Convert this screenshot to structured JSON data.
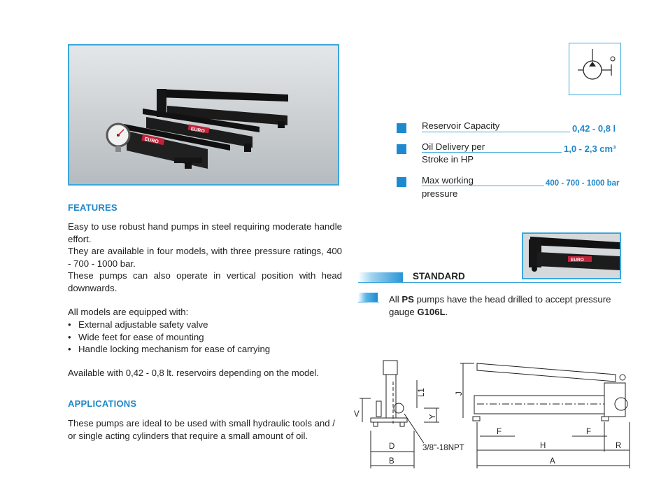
{
  "specs": [
    {
      "label": "Reservoir Capacity",
      "label2": "",
      "value": "0,42 - 0,8 l"
    },
    {
      "label": "Oil Delivery per",
      "label2": "Stroke in HP",
      "value": "1,0 - 2,3 cm³"
    },
    {
      "label": "Max working",
      "label2": "pressure",
      "value": "400 - 700 - 1000 bar"
    }
  ],
  "features": {
    "heading": "FEATURES",
    "para1": "Easy to use robust hand pumps in steel requiring moderate handle effort.",
    "para2": "They are available in four models, with three pressure ratings, 400 - 700 - 1000 bar.",
    "para3": "These pumps can also operate in vertical position with head downwards.",
    "equipped_intro": "All models are equipped with:",
    "bullets": [
      "External adjustable safety valve",
      "Wide feet for ease of mounting",
      "Handle locking mechanism for ease of carrying"
    ],
    "available": "Available with 0,42 - 0,8 lt. reservoirs depending on the model."
  },
  "applications": {
    "heading": "APPLICATIONS",
    "text": "These pumps are ideal to be used with small hydraulic tools and / or single acting cylinders that require a small amount of oil."
  },
  "standard": {
    "label": "STANDARD",
    "note_prefix": "All ",
    "note_bold1": "PS",
    "note_mid": " pumps have the  head drilled to accept pressure gauge ",
    "note_bold2": "G106L",
    "note_suffix": "."
  },
  "drawing": {
    "labels": {
      "V": "V",
      "L1": "L1",
      "Y": "Y",
      "J": "J",
      "D": "D",
      "B": "B",
      "F1": "F",
      "F2": "F",
      "H": "H",
      "R": "R",
      "A": "A",
      "port": "3/8\"-18NPT"
    }
  },
  "photo_brand": "EURO"
}
